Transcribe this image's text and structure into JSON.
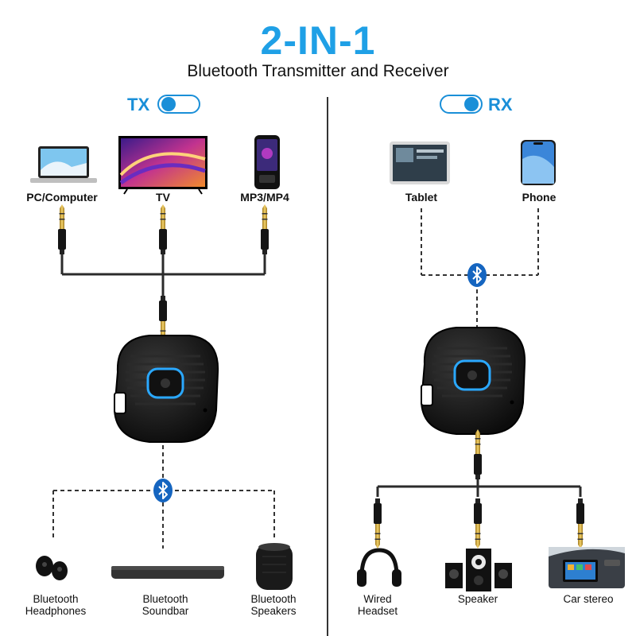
{
  "header": {
    "title": "2-IN-1",
    "subtitle": "Bluetooth Transmitter and Receiver"
  },
  "tx": {
    "mode_label": "TX",
    "toggle_state": "left",
    "sources": [
      "PC/Computer",
      "TV",
      "MP3/MP4"
    ],
    "outputs": [
      {
        "line1": "Bluetooth",
        "line2": "Headphones"
      },
      {
        "line1": "Bluetooth",
        "line2": "Soundbar"
      },
      {
        "line1": "Bluetooth",
        "line2": "Speakers"
      }
    ]
  },
  "rx": {
    "mode_label": "RX",
    "toggle_state": "right",
    "sources": [
      "Tablet",
      "Phone"
    ],
    "outputs": [
      {
        "line1": "Wired",
        "line2": "Headset"
      },
      {
        "line1": "Speaker",
        "line2": ""
      },
      {
        "line1": "Car stereo",
        "line2": ""
      }
    ]
  },
  "colors": {
    "accent": "#1fa0e6",
    "bluetooth": "#1565c0",
    "device_led": "#2aa8ff"
  },
  "icons": [
    "laptop-icon",
    "tv-icon",
    "mp3-player-icon",
    "tablet-icon",
    "phone-icon",
    "bluetooth-icon",
    "audio-jack-icon",
    "earbuds-icon",
    "soundbar-icon",
    "speaker-icon",
    "headphones-icon",
    "speaker-system-icon",
    "car-stereo-icon",
    "adapter-device-icon"
  ]
}
